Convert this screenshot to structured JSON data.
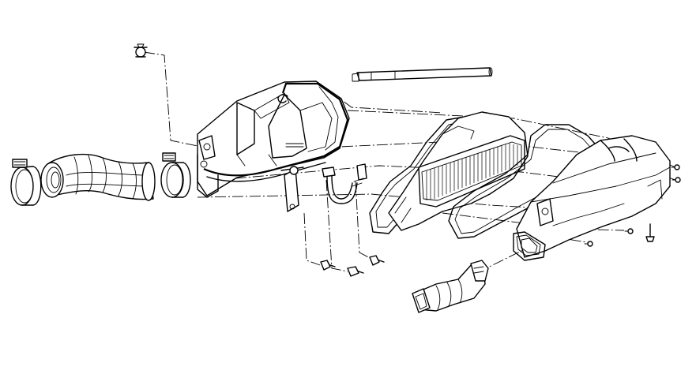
{
  "diagram": {
    "type": "exploded-parts-view",
    "line_color": "#000000",
    "background": "#ffffff",
    "parts": [
      "hose-clamp-left",
      "intake-duct-corrugated",
      "hose-clamp-right",
      "airbox-lower-housing",
      "breather-tube",
      "clip-fastener",
      "mounting-bracket",
      "bent-tube",
      "housing-gasket",
      "air-filter-element",
      "cover-gasket",
      "airbox-upper-cover",
      "outlet-boot",
      "bolt",
      "screw"
    ]
  }
}
